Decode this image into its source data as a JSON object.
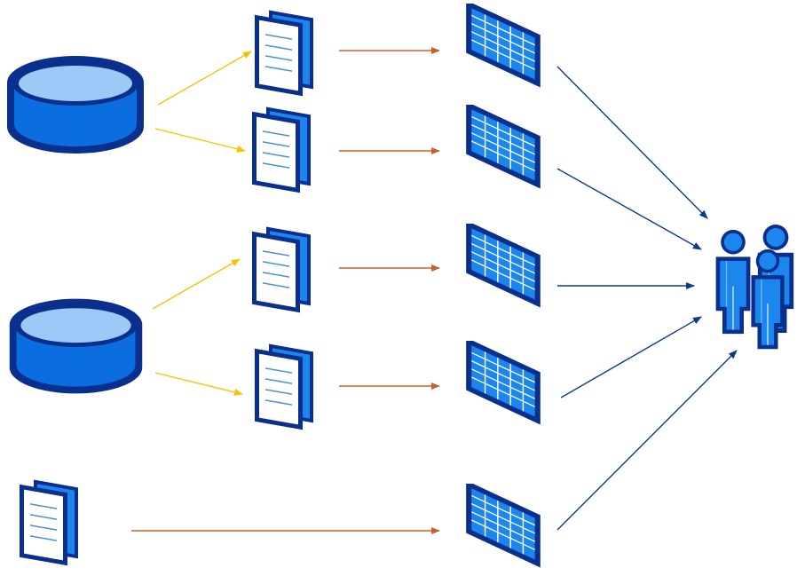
{
  "colors": {
    "navy": "#0b2f8c",
    "blue": "#0a6ee0",
    "light_blue": "#9cc9f5",
    "sheet_blue": "#1a86ee",
    "yellow_arrow": "#f5c400",
    "orange_arrow": "#c8612a",
    "dark_arrow": "#0d3a8f"
  },
  "nodes": [
    {
      "id": "database-1",
      "kind": "database",
      "icon": "database-icon"
    },
    {
      "id": "database-2",
      "kind": "database",
      "icon": "database-icon"
    },
    {
      "id": "document-1",
      "kind": "document",
      "icon": "document-icon"
    },
    {
      "id": "document-2",
      "kind": "document",
      "icon": "document-icon"
    },
    {
      "id": "document-3",
      "kind": "document",
      "icon": "document-icon"
    },
    {
      "id": "document-4",
      "kind": "document",
      "icon": "document-icon"
    },
    {
      "id": "document-5",
      "kind": "document",
      "icon": "document-icon"
    },
    {
      "id": "table-1",
      "kind": "table",
      "icon": "table-icon"
    },
    {
      "id": "table-2",
      "kind": "table",
      "icon": "table-icon"
    },
    {
      "id": "table-3",
      "kind": "table",
      "icon": "table-icon"
    },
    {
      "id": "table-4",
      "kind": "table",
      "icon": "table-icon"
    },
    {
      "id": "table-5",
      "kind": "table",
      "icon": "table-icon"
    },
    {
      "id": "users",
      "kind": "users",
      "icon": "users-group-icon"
    }
  ],
  "edges": [
    {
      "from": "database-1",
      "to": "document-1",
      "color": "yellow_arrow"
    },
    {
      "from": "database-1",
      "to": "document-2",
      "color": "yellow_arrow"
    },
    {
      "from": "database-2",
      "to": "document-3",
      "color": "yellow_arrow"
    },
    {
      "from": "database-2",
      "to": "document-4",
      "color": "yellow_arrow"
    },
    {
      "from": "document-1",
      "to": "table-1",
      "color": "orange_arrow"
    },
    {
      "from": "document-2",
      "to": "table-2",
      "color": "orange_arrow"
    },
    {
      "from": "document-3",
      "to": "table-3",
      "color": "orange_arrow"
    },
    {
      "from": "document-4",
      "to": "table-4",
      "color": "orange_arrow"
    },
    {
      "from": "document-5",
      "to": "table-5",
      "color": "orange_arrow"
    },
    {
      "from": "table-1",
      "to": "users",
      "color": "dark_arrow"
    },
    {
      "from": "table-2",
      "to": "users",
      "color": "dark_arrow"
    },
    {
      "from": "table-3",
      "to": "users",
      "color": "dark_arrow"
    },
    {
      "from": "table-4",
      "to": "users",
      "color": "dark_arrow"
    },
    {
      "from": "table-5",
      "to": "users",
      "color": "dark_arrow"
    }
  ]
}
